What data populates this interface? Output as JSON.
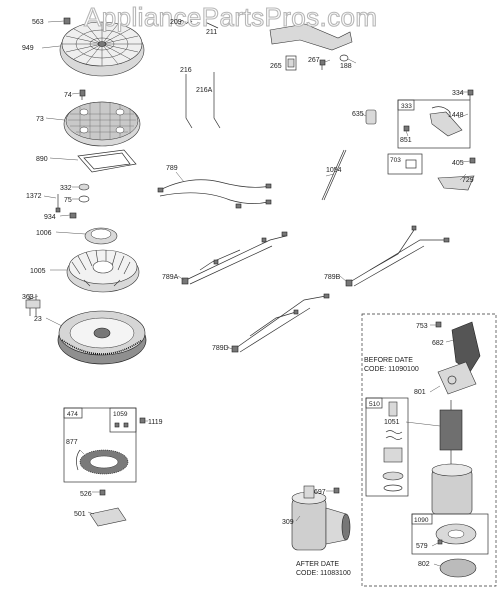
{
  "watermark": "AppliancePartsPros.com",
  "parts": {
    "p563": "563",
    "p949": "949",
    "p74": "74",
    "p73": "73",
    "p890": "890",
    "p332": "332",
    "p75": "75",
    "p1372": "1372",
    "p934": "934",
    "p1006": "1006",
    "p1005": "1005",
    "p363": "363",
    "p23": "23",
    "p209": "209",
    "p211": "211",
    "p216": "216",
    "p216A": "216A",
    "p265": "265",
    "p267": "267",
    "p188": "188",
    "p789": "789",
    "p789A": "789A",
    "p789B": "789B",
    "p789D": "789D",
    "p334": "334",
    "p635": "635",
    "p333": "333",
    "p1448": "1448",
    "p851": "851",
    "p1054": "1054",
    "p703": "703",
    "p405": "405",
    "p729": "729",
    "p474": "474",
    "p1059": "1059",
    "p877": "877",
    "p1119": "1119",
    "p526": "526",
    "p501": "501",
    "p697": "697",
    "p309": "309",
    "p753": "753",
    "p682": "682",
    "p801": "801",
    "p510": "510",
    "p1051": "1051",
    "p1090": "1090",
    "p579": "579",
    "p802": "802"
  },
  "notes": {
    "before_line1": "BEFORE DATE",
    "before_line2": "CODE: 11090100",
    "after_line1": "AFTER DATE",
    "after_line2": "CODE: 11083100"
  },
  "colors": {
    "line": "#333333",
    "watermark_stroke": "#b7b7b7"
  }
}
